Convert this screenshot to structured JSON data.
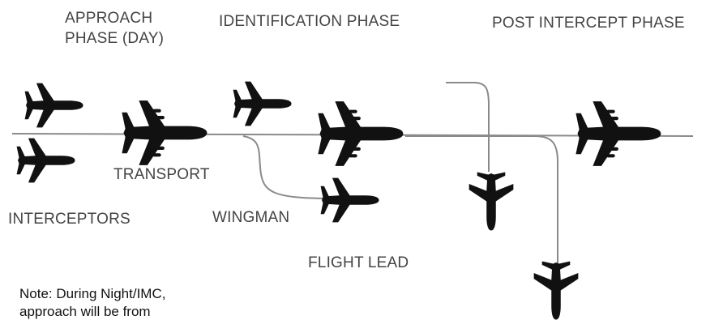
{
  "phases": {
    "approach_line1": "APPROACH",
    "approach_line2": "PHASE (DAY)",
    "identification": "IDENTIFICATION PHASE",
    "post_intercept": "POST INTERCEPT PHASE"
  },
  "labels": {
    "transport": "TRANSPORT",
    "interceptors": "INTERCEPTORS",
    "wingman": "WINGMAN",
    "flight_lead": "FLIGHT LEAD"
  },
  "note": {
    "line1": "Note: During Night/IMC,",
    "line2": "approach will be from"
  },
  "colors": {
    "aircraft": "#111111",
    "path": "#8a8a8a",
    "text": "#444444"
  },
  "icons": {
    "aircraft": "airplane-silhouette-icon"
  }
}
